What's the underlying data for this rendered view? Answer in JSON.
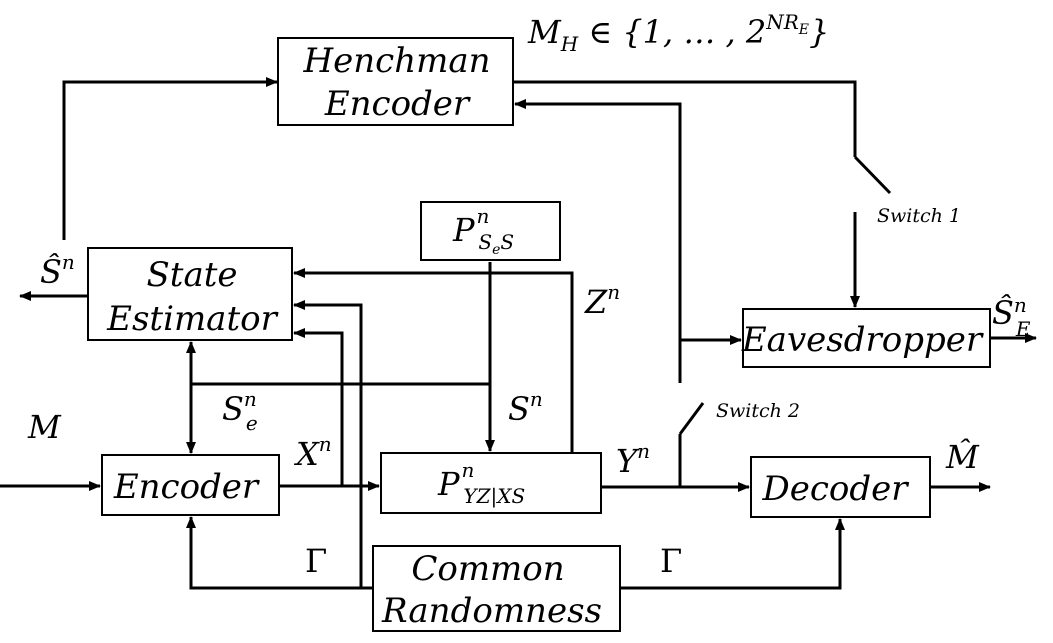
{
  "boxes": {
    "henchman": {
      "line1": "Henchman",
      "line2": "Encoder"
    },
    "state_estimator": {
      "line1": "State",
      "line2": "Estimator"
    },
    "encoder": {
      "label": "Encoder"
    },
    "channel": {
      "base": "P",
      "sup": "n",
      "sub": "YZ|XS"
    },
    "state_dist": {
      "base": "P",
      "sup": "n",
      "sub": "S",
      "subsub": "e",
      "sub_tail": "S"
    },
    "common_randomness": {
      "line1": "Common",
      "line2": "Randomness"
    },
    "decoder": {
      "label": "Decoder"
    },
    "eavesdropper": {
      "label": "Eavesdropper"
    }
  },
  "labels": {
    "mh_set": {
      "lhs": "M",
      "lhs_sub": "H",
      "rhs": " ∈ {1, … , 2",
      "exp": "NR",
      "exp_sub": "E",
      "close": "}"
    },
    "s_hat": {
      "base": "Ŝ",
      "sup": "n"
    },
    "se": {
      "base": "S",
      "sup": "n",
      "sub": "e"
    },
    "m": "M",
    "xn": {
      "base": "X",
      "sup": "n"
    },
    "sn": {
      "base": "S",
      "sup": "n"
    },
    "zn": {
      "base": "Z",
      "sup": "n"
    },
    "yn": {
      "base": "Y",
      "sup": "n"
    },
    "m_hat": "M̂",
    "se_hat": {
      "base": "Ŝ",
      "sup": "n",
      "sub": "E"
    },
    "gamma_left": "Γ",
    "gamma_right": "Γ",
    "switch1": "Switch 1",
    "switch2": "Switch 2"
  }
}
